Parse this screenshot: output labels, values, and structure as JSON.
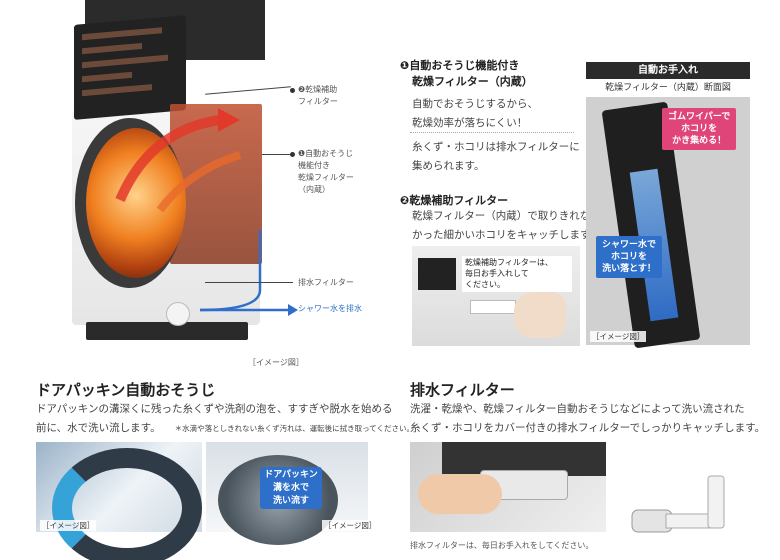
{
  "illustration": {
    "callout_2": "❷乾燥補助\nフィルター",
    "callout_1": "❶自動おそうじ\n機能付き\n乾燥フィルター\n（内蔵）",
    "callout_drain": "排水フィルター",
    "callout_shower": "シャワー水を排水",
    "caption": "［イメージ図］"
  },
  "feature1": {
    "title_line1": "❶自動おそうじ機能付き",
    "title_line2": "乾燥フィルター（内蔵）",
    "body_line1": "自動でおそうじするから、",
    "body_line2": "乾燥効率が落ちにくい！",
    "body2_line1": "糸くず・ホコリは排水フィルターに",
    "body2_line2": "集められます。"
  },
  "feature2": {
    "title": "❷乾燥補助フィルター",
    "body_line1": "乾燥フィルター（内蔵）で取りきれな",
    "body_line2": "かった細かいホコリをキャッチします。",
    "mini_note": "乾燥補助フィルターは、\n毎日お手入れして\nください。"
  },
  "care_panel": {
    "header": "自動お手入れ",
    "subheader": "乾燥フィルター（内蔵）断面図",
    "pink_badge": "ゴムワイパーで\nホコリを\nかき集める！",
    "blue_badge": "シャワー水で\nホコリを\n洗い落とす！",
    "caption": "［イメージ図］"
  },
  "door_section": {
    "title": "ドアパッキン自動おそうじ",
    "body_line1": "ドアパッキンの溝深くに残った糸くずや洗剤の泡を、すすぎや脱水を始める",
    "body_line2": "前に、水で洗い流します。",
    "note": "＊水滴や落としきれない糸くず汚れは、運転後に拭き取ってください。",
    "badge": "ドアパッキン\n溝を水で\n洗い流す",
    "caption_left": "［イメージ図］",
    "caption_right": "［イメージ図］"
  },
  "drain_section": {
    "title": "排水フィルター",
    "body_line1": "洗濯・乾燥や、乾燥フィルター自動おそうじなどによって洗い流された",
    "body_line2": "糸くず・ホコリをカバー付きの排水フィルターでしっかりキャッチします。",
    "caption": "排水フィルターは、毎日お手入れをしてください。"
  },
  "colors": {
    "accent_pink": "#e0457a",
    "accent_blue": "#2e6fc9",
    "dark": "#2b2b2b"
  }
}
